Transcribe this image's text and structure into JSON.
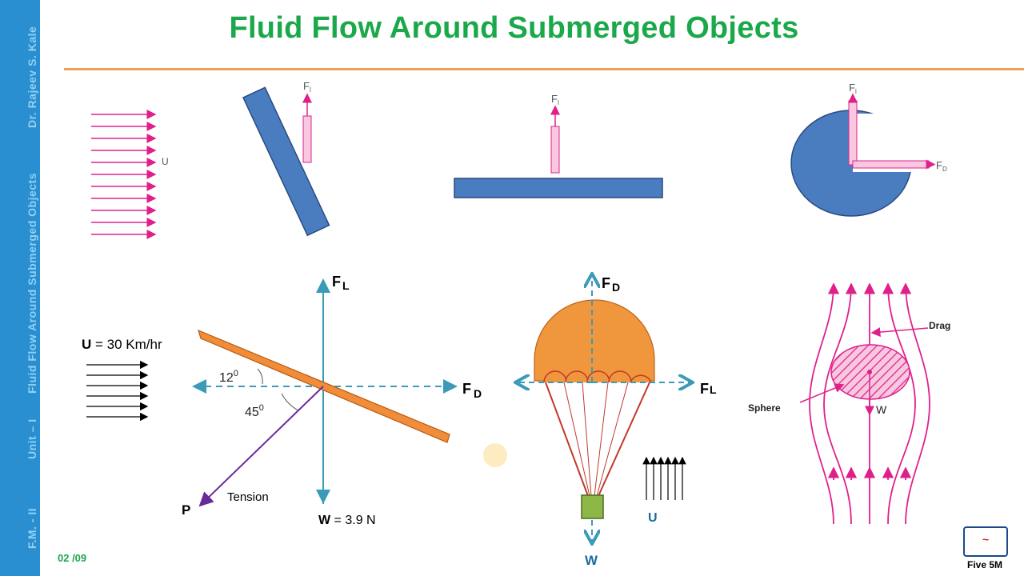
{
  "sidebar": {
    "author": "Dr. Rajeev S. Kale",
    "topic": "Fluid Flow Around Submerged Objects",
    "unit": "Unit – I",
    "course": "F.M. - II"
  },
  "title": "Fluid Flow Around  Submerged Objects",
  "top_row": {
    "flow_label": "U",
    "lift_label_1": "F",
    "lift_label_1_sub": "l",
    "lift_label_2": "F",
    "lift_label_2_sub": "l",
    "lift_label_3": "F",
    "lift_label_3_sub": "l",
    "drag_label": "F",
    "drag_label_sub": "D"
  },
  "kite": {
    "velocity_prefix": "U",
    "velocity_value": " = 30 Km/hr",
    "lift": "F",
    "lift_sub": "L",
    "drag": "F",
    "drag_sub": "D",
    "angle_1": "12",
    "angle_1_sup": "0",
    "angle_2": "45",
    "angle_2_sup": "0",
    "tension_point": "P",
    "tension_label": "Tension",
    "weight_prefix": "W",
    "weight_value": " = 3.9 N"
  },
  "parachute": {
    "drag": "F",
    "drag_sub": "D",
    "lift": "F",
    "lift_sub": "L",
    "weight": "W",
    "flow": "U"
  },
  "sphere": {
    "drag_label": "Drag",
    "sphere_label": "Sphere",
    "weight_label": "W"
  },
  "footer": {
    "page": "02 /09",
    "logo_mark": "~",
    "logo_text": "Five 5M"
  },
  "colors": {
    "sidebar": "#2a8fd0",
    "title": "#1aa84a",
    "accent_rule": "#f0a050",
    "plate_blue": "#4a7cc0",
    "kite_orange": "#f08c3a",
    "magenta": "#e0208a",
    "teal": "#3a9ab8",
    "purple": "#6a2a9a"
  }
}
